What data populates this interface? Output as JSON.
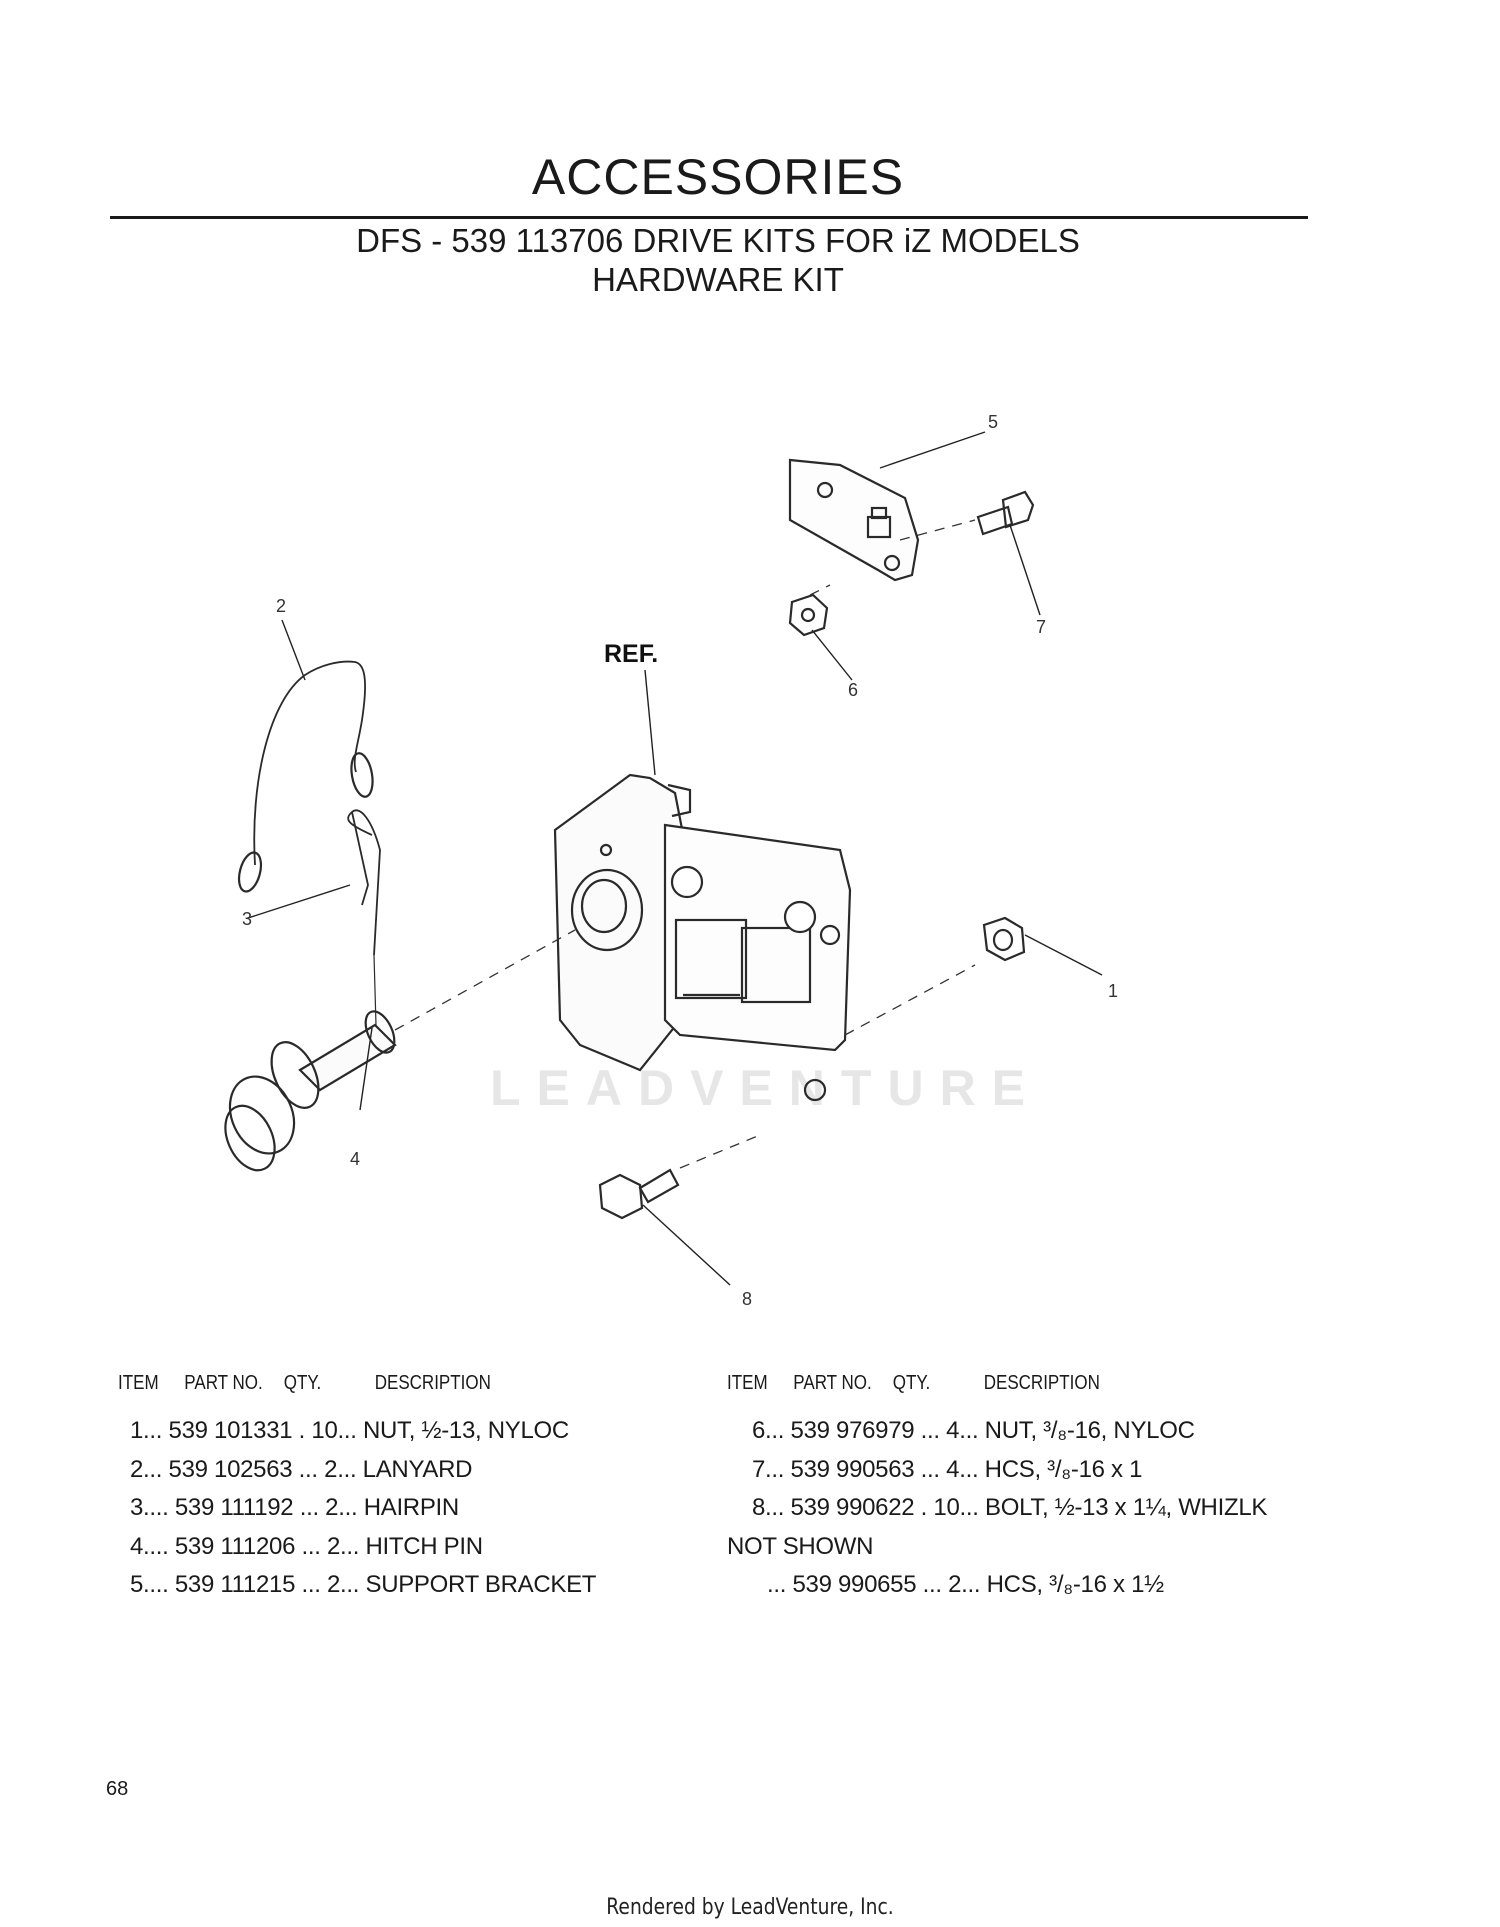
{
  "header": {
    "title": "ACCESSORIES",
    "subtitle_line1": "DFS - 539 113706  DRIVE KITS FOR iZ MODELS",
    "subtitle_line2": "HARDWARE KIT"
  },
  "diagram": {
    "ref_label": "REF.",
    "callouts": [
      "1",
      "2",
      "3",
      "4",
      "5",
      "6",
      "7",
      "8"
    ],
    "watermark": "LEADVENTURE"
  },
  "parts_table": {
    "headers": {
      "item": "ITEM",
      "part_no": "PART NO.",
      "qty": "QTY.",
      "description": "DESCRIPTION"
    },
    "left_rows": [
      "1... 539 101331 . 10... NUT, ½-13, NYLOC",
      "2... 539 102563 ... 2... LANYARD",
      "3.... 539 111192 ... 2... HAIRPIN",
      "4.... 539 111206 ... 2... HITCH PIN",
      "5.... 539 111215 ... 2... SUPPORT BRACKET"
    ],
    "right_rows": [
      "6... 539 976979 ... 4... NUT, ³/₈-16, NYLOC",
      "7... 539 990563 ... 4... HCS, ³/₈-16 x 1",
      "8... 539 990622 . 10... BOLT, ½-13 x 1¼, WHIZLK"
    ],
    "not_shown_label": "NOT SHOWN",
    "not_shown_rows": [
      "... 539 990655 ... 2... HCS, ³/₈-16 x 1½"
    ]
  },
  "page_number": "68",
  "footer": "Rendered by LeadVenture, Inc."
}
